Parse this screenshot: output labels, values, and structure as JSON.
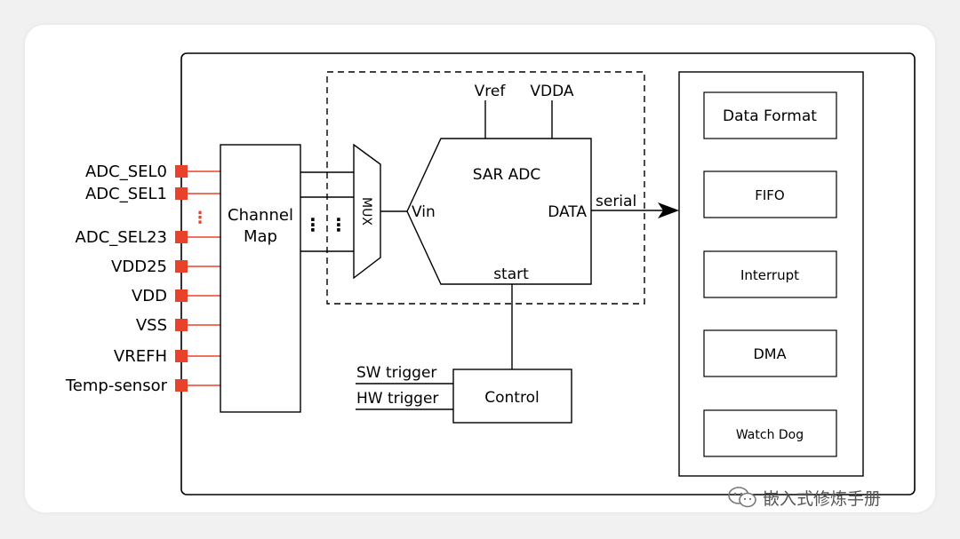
{
  "adc_pins": [
    "ADC_SEL0",
    "ADC_SEL1",
    "⋮",
    "ADC_SEL23",
    "VDD25",
    "VDD",
    "VSS",
    "VREFH",
    "Temp-sensor"
  ],
  "channel_map": {
    "line1": "Channel",
    "line2": "Map"
  },
  "mux_label": "MUX",
  "ellipsis": "⋮",
  "sar": {
    "title": "SAR ADC",
    "vin": "Vin",
    "data": "DATA",
    "start": "start",
    "vref": "Vref",
    "vdda": "VDDA"
  },
  "serial_label": "serial",
  "triggers": {
    "sw": "SW trigger",
    "hw": "HW trigger"
  },
  "control_label": "Control",
  "right_blocks": [
    "Data Format",
    "FIFO",
    "Interrupt",
    "DMA",
    "Watch Dog"
  ],
  "watermark": "嵌入式修炼手册",
  "colors": {
    "pin": "#e8432a",
    "line": "#000000",
    "card": "#ffffff",
    "background": "#f1f1f1"
  }
}
